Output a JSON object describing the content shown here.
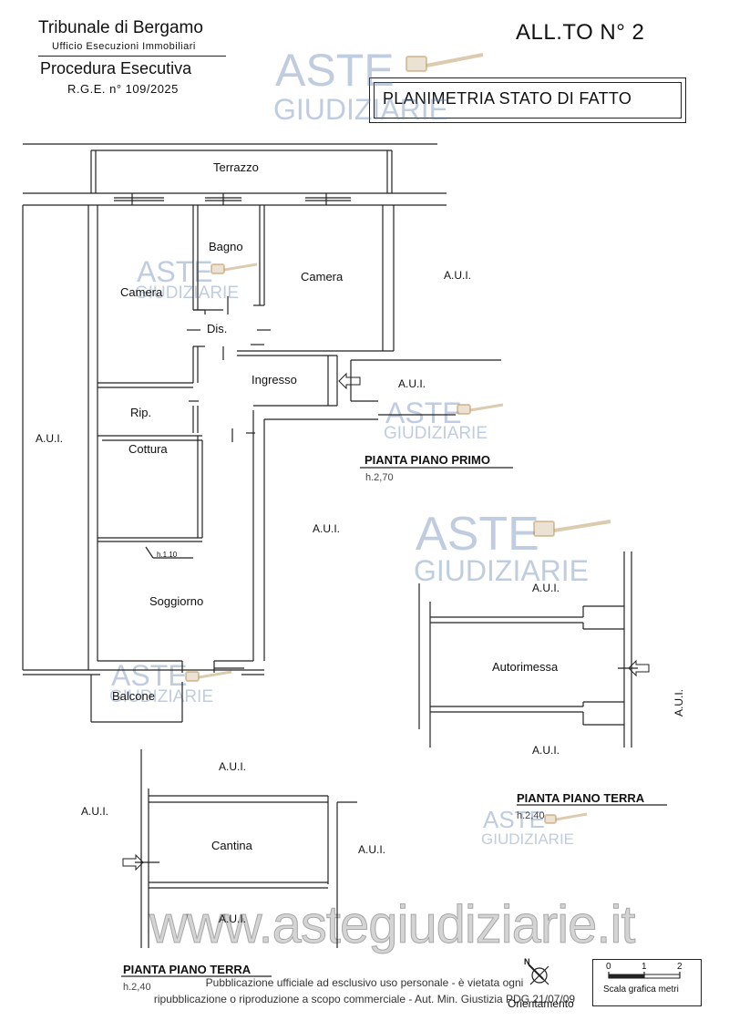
{
  "header": {
    "court": "Tribunale di Bergamo",
    "office": "Ufficio Esecuzioni Immobiliari",
    "procedure": "Procedura Esecutiva",
    "rge": "R.G.E. n° 109/2025",
    "attachment": "ALL.TO N° 2",
    "plan_title": "PLANIMETRIA STATO DI FATTO"
  },
  "first_floor": {
    "title": "PIANTA PIANO PRIMO",
    "height": "h.2,70",
    "rooms": {
      "terrazzo": "Terrazzo",
      "bagno": "Bagno",
      "camera_left": "Camera",
      "camera_right": "Camera",
      "dis": "Dis.",
      "ingresso": "Ingresso",
      "rip": "Rip.",
      "cottura": "Cottura",
      "soggiorno": "Soggiorno",
      "balcone": "Balcone",
      "h110": "h.1.10"
    },
    "aui_labels": [
      "A.U.I.",
      "A.U.I.",
      "A.U.I.",
      "A.U.I."
    ]
  },
  "ground_floor_garage": {
    "title": "PIANTA PIANO TERRA",
    "height": "h.2,40",
    "room": "Autorimessa",
    "aui_labels": [
      "A.U.I.",
      "A.U.I.",
      "A.U.I."
    ]
  },
  "ground_floor_cellar": {
    "title": "PIANTA PIANO TERRA",
    "height": "h.2,40",
    "room": "Cantina",
    "aui_labels": [
      "A.U.I.",
      "A.U.I.",
      "A.U.I.",
      "A.U.I."
    ]
  },
  "watermark": {
    "aste": "ASTE",
    "giudiziarie": "GIUDIZIARIE",
    "site": "www.astegiudiziarie.it"
  },
  "footer": {
    "line1": "Pubblicazione ufficiale ad esclusivo uso personale - è vietata ogni",
    "line2": "ripubblicazione o riproduzione a scopo commerciale - Aut. Min. Giustizia PDG 21/07/09",
    "orientation": "Orientamento",
    "north": "N",
    "scale_label": "Scala grafica metri",
    "scale_ticks": [
      "0",
      "1",
      "2"
    ]
  }
}
